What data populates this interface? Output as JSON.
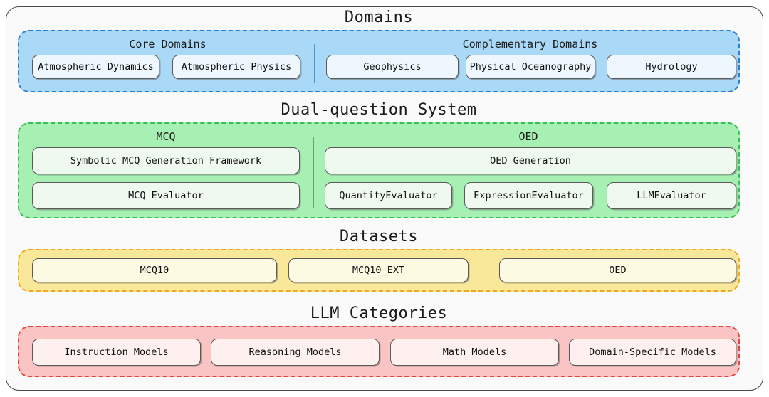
{
  "diagram": {
    "title_font_size": 22,
    "sections": [
      {
        "id": "domains",
        "title": "Domains",
        "accent": "#2a7fd4",
        "panel_fill": "#a9d9f7",
        "columns": [
          {
            "header": "Core Domains",
            "items": [
              "Atmospheric Dynamics",
              "Atmospheric Physics"
            ]
          },
          {
            "header": "Complementary Domains",
            "items": [
              "Geophysics",
              "Physical Oceanography",
              "Hydrology"
            ]
          }
        ]
      },
      {
        "id": "dual_question_system",
        "title": "Dual-question System",
        "accent": "#3bbd55",
        "panel_fill": "#a7f0b4",
        "columns": [
          {
            "header": "MCQ",
            "row1": [
              "Symbolic MCQ Generation Framework"
            ],
            "row2": [
              "MCQ Evaluator"
            ]
          },
          {
            "header": "OED",
            "row1": [
              "OED Generation"
            ],
            "row2": [
              "QuantityEvaluator",
              "ExpressionEvaluator",
              "LLMEvaluator"
            ]
          }
        ]
      },
      {
        "id": "datasets",
        "title": "Datasets",
        "accent": "#f0a81e",
        "panel_fill": "#fae89a",
        "items": [
          "MCQ10",
          "MCQ10_EXT",
          "OED"
        ]
      },
      {
        "id": "llm_categories",
        "title": "LLM Categories",
        "accent": "#e8443e",
        "panel_fill": "#fac4c4",
        "items": [
          "Instruction Models",
          "Reasoning Models",
          "Math Models",
          "Domain-Specific Models"
        ]
      }
    ]
  }
}
